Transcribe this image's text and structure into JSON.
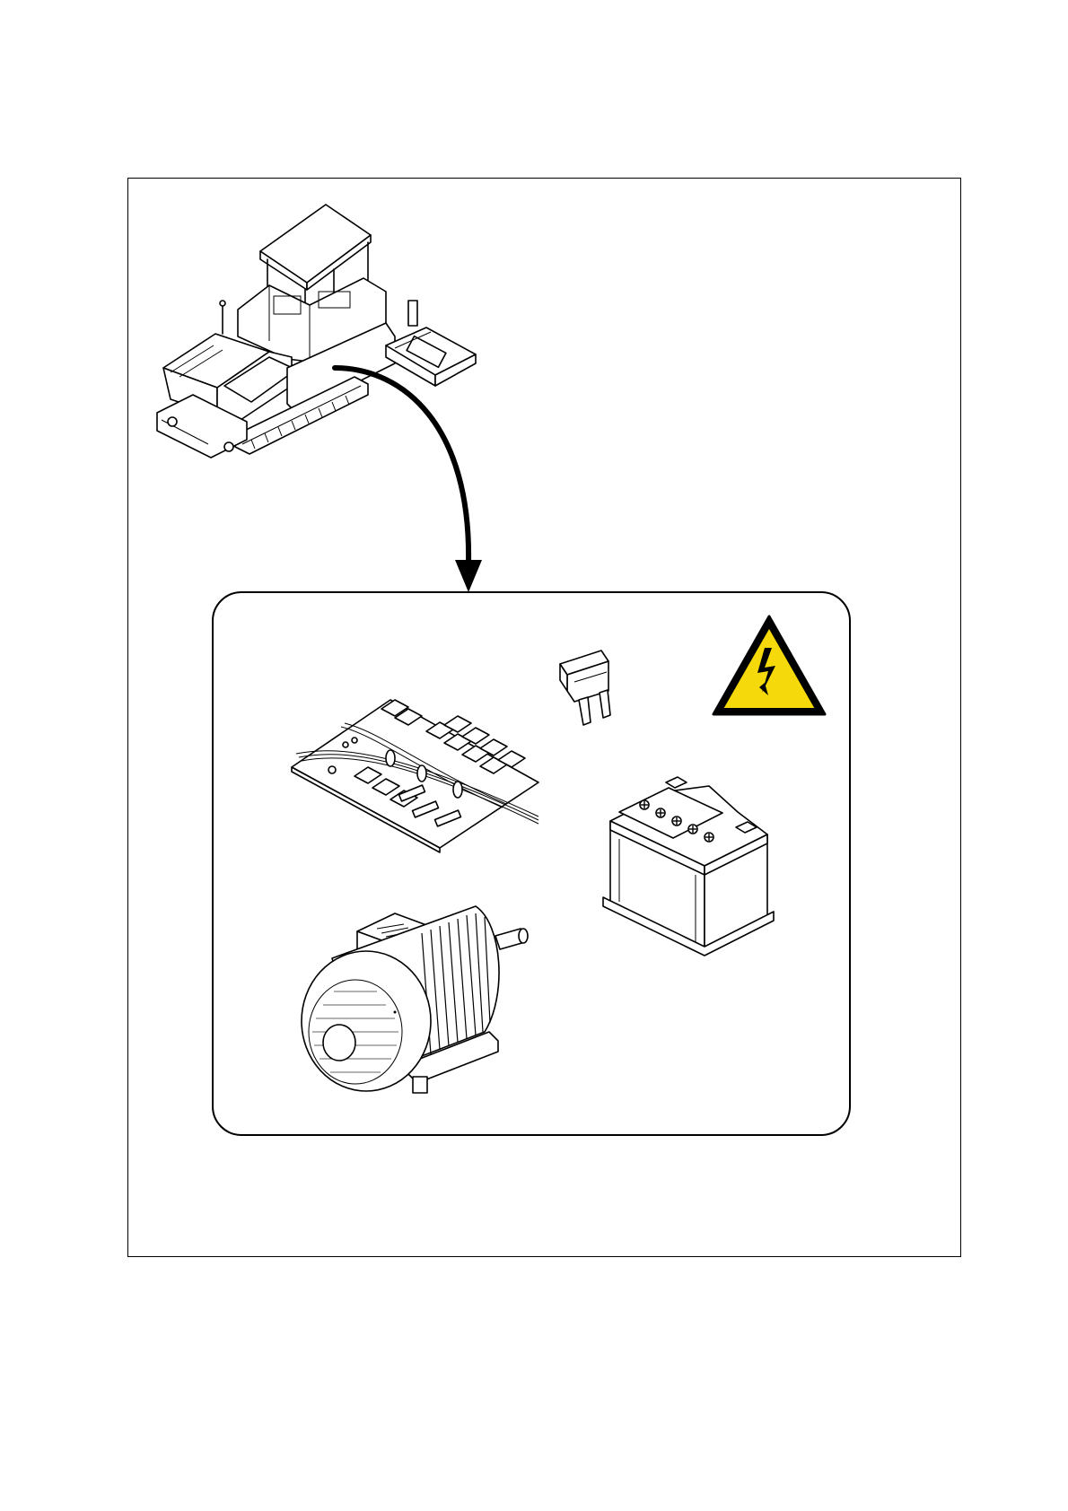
{
  "diagram": {
    "items": [
      {
        "name": "paver-machine",
        "icon": "paver-icon"
      },
      {
        "name": "circuit-board",
        "icon": "circuit-board-icon"
      },
      {
        "name": "blade-fuse",
        "icon": "fuse-icon"
      },
      {
        "name": "high-voltage-warning",
        "icon": "high-voltage-warning-icon"
      },
      {
        "name": "battery",
        "icon": "battery-icon"
      },
      {
        "name": "electric-motor",
        "icon": "electric-motor-icon"
      }
    ],
    "colors": {
      "line": "#000000",
      "background": "#ffffff",
      "warning_fill": "#f5d90a"
    }
  }
}
